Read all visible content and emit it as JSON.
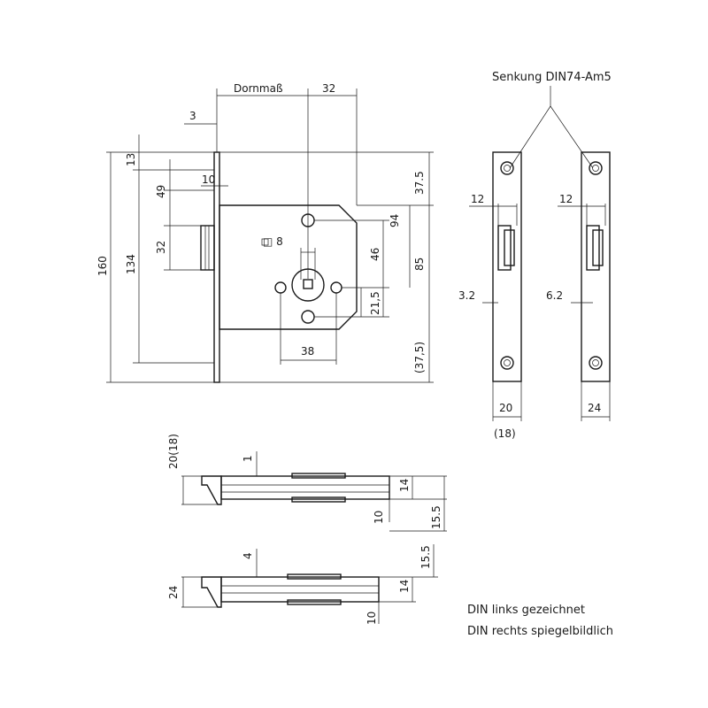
{
  "main_view": {
    "label_dornmass": "Dornmaß",
    "dim_32_top": "32",
    "dim_3": "3",
    "dim_10": "10",
    "dim_160": "160",
    "dim_13": "13",
    "dim_49": "49",
    "dim_134": "134",
    "dim_32_left": "32",
    "dim_square": "□ 8",
    "dim_94": "94",
    "dim_46": "46",
    "dim_21_5": "21,5",
    "dim_85": "85",
    "dim_37_5_top": "37.5",
    "dim_37_5_bottom": "(37,5)",
    "dim_38": "38"
  },
  "faceplates": {
    "label_senkung": "Senkung DIN74-Am5",
    "dim_12_left": "12",
    "dim_12_right": "12",
    "dim_3_2": "3.2",
    "dim_6_2": "6.2",
    "dim_20": "20",
    "dim_18": "(18)",
    "dim_24": "24"
  },
  "top_section": {
    "dim_20_18": "20(18)",
    "dim_1": "1",
    "dim_14": "14",
    "dim_10": "10",
    "dim_15_5": "15.5"
  },
  "bottom_section": {
    "dim_4": "4",
    "dim_24": "24",
    "dim_15_5": "15.5",
    "dim_14": "14",
    "dim_10": "10"
  },
  "notes": {
    "line1": "DIN links gezeichnet",
    "line2": "DIN rechts spiegelbildlich"
  }
}
